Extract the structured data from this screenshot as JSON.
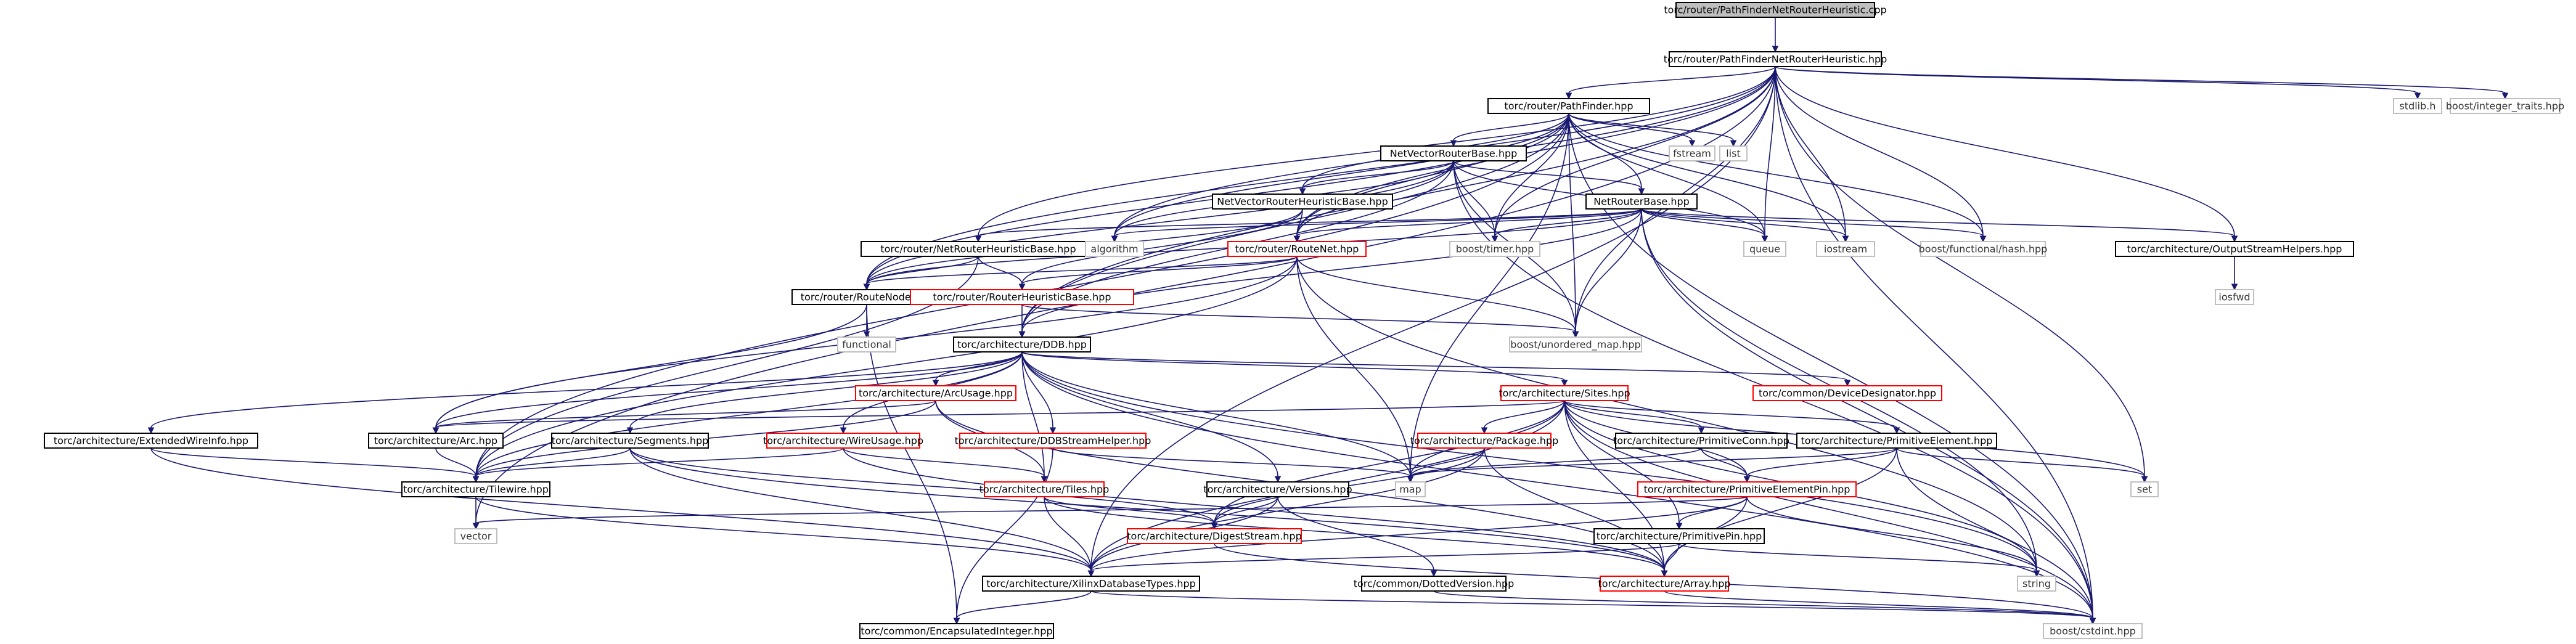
{
  "colors": {
    "edge": "#191970",
    "node_border": "#000000",
    "red_border": "#ff0000",
    "gray_border": "#bfbfbf",
    "root_fill": "#bfbfbf"
  },
  "nodes": [
    {
      "id": "root",
      "label": "torc/router/PathFinderNetRouterHeuristic.cpp",
      "style": "root"
    },
    {
      "id": "pfnrh",
      "label": "torc/router/PathFinderNetRouterHeuristic.hpp",
      "style": "black"
    },
    {
      "id": "pathfinder",
      "label": "torc/router/PathFinder.hpp",
      "style": "black"
    },
    {
      "id": "stdlib",
      "label": "stdlib.h",
      "style": "gray"
    },
    {
      "id": "integer_traits",
      "label": "boost/integer_traits.hpp",
      "style": "gray"
    },
    {
      "id": "nvrb",
      "label": "NetVectorRouterBase.hpp",
      "style": "black"
    },
    {
      "id": "fstream",
      "label": "fstream",
      "style": "gray"
    },
    {
      "id": "list",
      "label": "list",
      "style": "gray"
    },
    {
      "id": "nvrhb",
      "label": "NetVectorRouterHeuristicBase.hpp",
      "style": "black"
    },
    {
      "id": "nrb",
      "label": "NetRouterBase.hpp",
      "style": "black"
    },
    {
      "id": "nrhb",
      "label": "torc/router/NetRouterHeuristicBase.hpp",
      "style": "black"
    },
    {
      "id": "algorithm",
      "label": "algorithm",
      "style": "gray"
    },
    {
      "id": "routenet",
      "label": "torc/router/RouteNet.hpp",
      "style": "red"
    },
    {
      "id": "timer",
      "label": "boost/timer.hpp",
      "style": "gray"
    },
    {
      "id": "queue",
      "label": "queue",
      "style": "gray"
    },
    {
      "id": "iostream",
      "label": "iostream",
      "style": "gray"
    },
    {
      "id": "hash",
      "label": "boost/functional/hash.hpp",
      "style": "gray"
    },
    {
      "id": "osh",
      "label": "torc/architecture/OutputStreamHelpers.hpp",
      "style": "black"
    },
    {
      "id": "routenode",
      "label": "torc/router/RouteNode.hpp",
      "style": "black"
    },
    {
      "id": "rhb",
      "label": "torc/router/RouterHeuristicBase.hpp",
      "style": "red"
    },
    {
      "id": "iosfwd",
      "label": "iosfwd",
      "style": "gray"
    },
    {
      "id": "functional",
      "label": "functional",
      "style": "gray"
    },
    {
      "id": "ddb",
      "label": "torc/architecture/DDB.hpp",
      "style": "black"
    },
    {
      "id": "unordered_map",
      "label": "boost/unordered_map.hpp",
      "style": "gray"
    },
    {
      "id": "arcusage",
      "label": "torc/architecture/ArcUsage.hpp",
      "style": "red"
    },
    {
      "id": "sites",
      "label": "torc/architecture/Sites.hpp",
      "style": "red"
    },
    {
      "id": "devdes",
      "label": "torc/common/DeviceDesignator.hpp",
      "style": "red"
    },
    {
      "id": "extwire",
      "label": "torc/architecture/ExtendedWireInfo.hpp",
      "style": "black"
    },
    {
      "id": "arc",
      "label": "torc/architecture/Arc.hpp",
      "style": "black"
    },
    {
      "id": "segments",
      "label": "torc/architecture/Segments.hpp",
      "style": "black"
    },
    {
      "id": "wireusage",
      "label": "torc/architecture/WireUsage.hpp",
      "style": "red"
    },
    {
      "id": "ddbsh",
      "label": "torc/architecture/DDBStreamHelper.hpp",
      "style": "red"
    },
    {
      "id": "package",
      "label": "torc/architecture/Package.hpp",
      "style": "red"
    },
    {
      "id": "primconn",
      "label": "torc/architecture/PrimitiveConn.hpp",
      "style": "black"
    },
    {
      "id": "primelem",
      "label": "torc/architecture/PrimitiveElement.hpp",
      "style": "black"
    },
    {
      "id": "tilewire",
      "label": "torc/architecture/Tilewire.hpp",
      "style": "black"
    },
    {
      "id": "tiles",
      "label": "torc/architecture/Tiles.hpp",
      "style": "red"
    },
    {
      "id": "versions",
      "label": "torc/architecture/Versions.hpp",
      "style": "black"
    },
    {
      "id": "map",
      "label": "map",
      "style": "gray"
    },
    {
      "id": "primelempin",
      "label": "torc/architecture/PrimitiveElementPin.hpp",
      "style": "red"
    },
    {
      "id": "set",
      "label": "set",
      "style": "gray"
    },
    {
      "id": "vector",
      "label": "vector",
      "style": "gray"
    },
    {
      "id": "digest",
      "label": "torc/architecture/DigestStream.hpp",
      "style": "red"
    },
    {
      "id": "primpin",
      "label": "torc/architecture/PrimitivePin.hpp",
      "style": "black"
    },
    {
      "id": "xdt",
      "label": "torc/architecture/XilinxDatabaseTypes.hpp",
      "style": "black"
    },
    {
      "id": "dotted",
      "label": "torc/common/DottedVersion.hpp",
      "style": "black"
    },
    {
      "id": "array",
      "label": "torc/architecture/Array.hpp",
      "style": "red"
    },
    {
      "id": "string",
      "label": "string",
      "style": "gray"
    },
    {
      "id": "encint",
      "label": "torc/common/EncapsulatedInteger.hpp",
      "style": "black"
    },
    {
      "id": "cstdint",
      "label": "boost/cstdint.hpp",
      "style": "gray"
    }
  ]
}
